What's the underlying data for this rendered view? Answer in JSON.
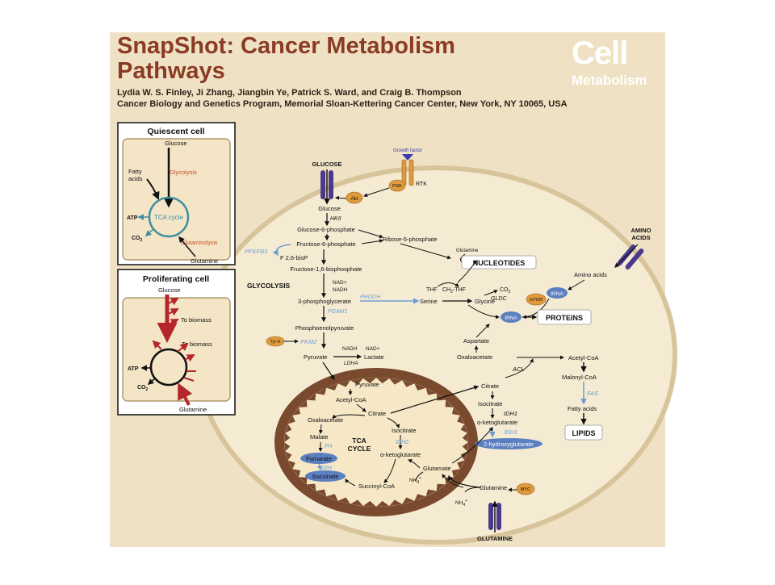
{
  "header": {
    "title_line1": "SnapShot: Cancer Metabolism",
    "title_line2": "Pathways",
    "authors": "Lydia W. S. Finley, Ji Zhang, Jiangbin Ye, Patrick S. Ward, and Craig B. Thompson",
    "affiliation": "Cancer Biology and Genetics Program, Memorial Sloan-Kettering Cancer Center, New York, NY 10065, USA",
    "logo_main": "Cell",
    "logo_sub": "Metabolism"
  },
  "quiescent": {
    "title": "Quiescent cell",
    "glucose": "Glucose",
    "fatty1": "Fatty",
    "fatty2": "acids",
    "glycolysis": "Glycolysis",
    "tca": "TCA cycle",
    "atp": "ATP",
    "co2": "CO",
    "co2_sub": "2",
    "glutaminolysis": "Glutaminolysis",
    "glutamine": "Glutamine"
  },
  "proliferating": {
    "title": "Proliferating cell",
    "glucose": "Glucose",
    "biomass1": "To biomass",
    "biomass2": "To biomass",
    "atp": "ATP",
    "co2": "CO",
    "co2_sub": "2",
    "glutamine": "Glutamine"
  },
  "receptors": {
    "glucose": "GLUCOSE",
    "glutamine": "GLUTAMINE",
    "amino1": "AMINO",
    "amino2": "ACIDS",
    "growth_factor": "Growth factor",
    "rtk": "RTK",
    "pi3k": "PI3K",
    "akt": "Akt"
  },
  "glycolysis": {
    "label": "GLYCOLYSIS",
    "glucose": "Glucose",
    "hk2": "HKII",
    "g6p": "Glucose-6-phosphate",
    "f6p": "Fructose-6-phosphate",
    "r5p": "Ribose-5-phosphate",
    "pfkfb3": "PFKFB3",
    "f26bp": "F 2,6-bisP",
    "f16bp": "Fructose-1,6-bisphosphate",
    "nad": "NAD+",
    "nadh": "NADH",
    "pg3": "3-phosphoglycerate",
    "pgam1": "PGAM1",
    "phgdh": "PHGDH",
    "pep": "Phosphoenolpyruvate",
    "tyrk": "Tyr-K",
    "pkm2": "PKM2",
    "pyruvate": "Pyruvate",
    "nadh2": "NADH",
    "nad2": "NAD+",
    "ldha": "LDHA",
    "lactate": "Lactate"
  },
  "serine": {
    "glutamine": "Glutamine",
    "nucleotides": "NUCLEOTIDES",
    "thf": "THF",
    "ch2thf_a": "CH",
    "ch2thf_sub": "2",
    "ch2thf_b": "-THF",
    "co2": "CO",
    "co2_sub": "2",
    "serine": "Serine",
    "glycine": "Glycine",
    "gldc": "GLDC",
    "amino_acids": "Amino acids",
    "trna1": "tRNA",
    "mtor": "mTOR",
    "trna2": "tRNA",
    "proteins": "PROTEINS"
  },
  "cytosol": {
    "aspartate": "Aspartate",
    "oxaloacetate": "Oxaloacetate",
    "acl": "ACL",
    "citrate": "Citrate",
    "isocitrate": "Isocitrate",
    "idh1a": "IDH1",
    "akg": "α-ketoglutarate",
    "idh1b": "IDH1",
    "hg2": "2-hydroxyglutarate",
    "acetylcoa": "Acetyl-CoA",
    "malonylcoa": "Malonyl-CoA",
    "fas": "FAS",
    "fatty_acids": "Fatty acids",
    "lipids": "LIPIDS",
    "glutamine": "Glutamine",
    "myc": "MYC",
    "nh4": "NH",
    "nh4_sub": "4",
    "nh4_sup": "+"
  },
  "mito": {
    "pyruvate": "Pyruvate",
    "acetylcoa": "Acetyl-CoA",
    "citrate": "Citrate",
    "oxaloacetate": "Oxaloacetate",
    "isocitrate": "Isocitrate",
    "idh2": "IDH2",
    "malate": "Malate",
    "tca1": "TCA",
    "tca2": "CYCLE",
    "fh": "FH",
    "akg": "α-ketoglutarate",
    "fumarate": "Fumarate",
    "sdh": "SDH",
    "glutamate1": "Glutamate",
    "succinate": "Succinate",
    "succinylcoa": "Succinyl-CoA",
    "nh4": "NH",
    "nh4_sub": "4",
    "nh4_sup": "+"
  },
  "colors": {
    "background": "#efe2c4",
    "cell_fill": "#f5ebd3",
    "cell_stroke": "#d8c49a",
    "mito_outer": "#7a4a2e",
    "mito_inner": "#f6e8c6",
    "title": "#8b3b24",
    "enzyme_blue": "#6c9fd4",
    "transporter": "#4b3a8c",
    "kinase": "#e09a3c",
    "red": "#b5262b"
  }
}
